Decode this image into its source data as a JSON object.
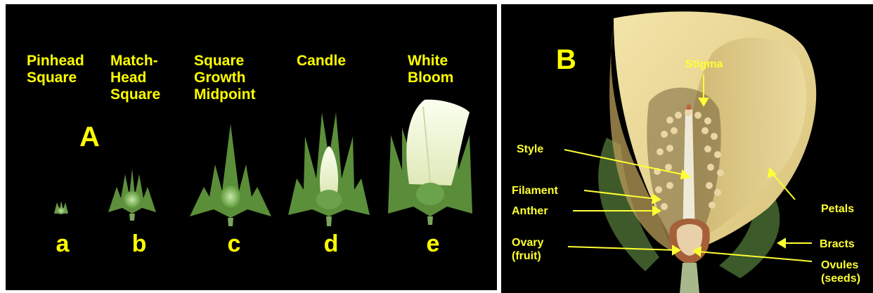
{
  "panelA": {
    "panel_letter": "A",
    "stages": [
      {
        "title_lines": [
          "Pinhead",
          "Square"
        ],
        "letter": "a"
      },
      {
        "title_lines": [
          "Match-",
          "Head",
          "Square"
        ],
        "letter": "b"
      },
      {
        "title_lines": [
          "Square",
          "Growth",
          "Midpoint"
        ],
        "letter": "c"
      },
      {
        "title_lines": [
          "Candle"
        ],
        "letter": "d"
      },
      {
        "title_lines": [
          "White",
          "Bloom"
        ],
        "letter": "e"
      }
    ]
  },
  "panelB": {
    "panel_letter": "B",
    "labels": {
      "stigma": "Stigma",
      "style": "Style",
      "filament": "Filament",
      "anther": "Anther",
      "ovary_1": "Ovary",
      "ovary_2": "(fruit)",
      "petals": "Petals",
      "bracts": "Bracts",
      "ovules_1": "Ovules",
      "ovules_2": "(seeds)"
    }
  },
  "colors": {
    "label": "#ffff00",
    "background": "#000000"
  }
}
